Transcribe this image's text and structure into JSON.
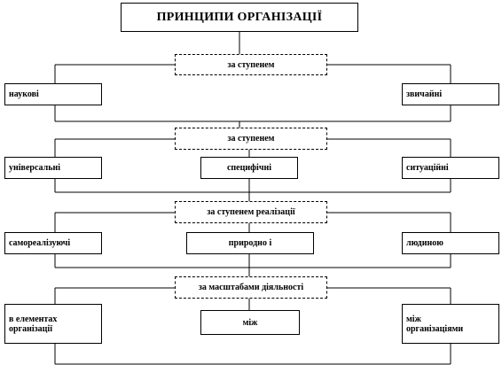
{
  "title": "ПРИНЦИПИ ОРГАНІЗАЦІЇ",
  "groups": [
    {
      "criterion": "за ступенем",
      "items": [
        "наукові",
        "звичайні"
      ]
    },
    {
      "criterion": "за ступенем",
      "items": [
        "універсальні",
        "специфічні",
        "ситуаційні"
      ]
    },
    {
      "criterion": "за ступенем реалізації",
      "items": [
        "самореалізуючі",
        "природно і",
        "людиною"
      ]
    },
    {
      "criterion": "за масштабами діяльності",
      "items": [
        {
          "line1": "в елементах",
          "line2": "організації"
        },
        "між",
        {
          "line1": "між",
          "line2": "організаціями"
        }
      ]
    }
  ]
}
